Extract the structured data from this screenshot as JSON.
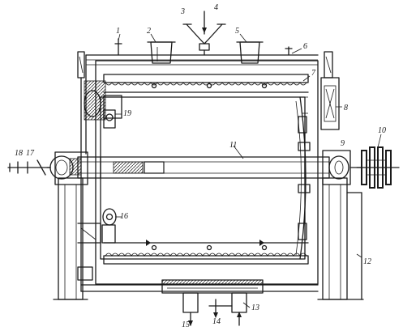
{
  "callouts": {
    "c1": "1",
    "c2": "2",
    "c3": "3",
    "c4": "4",
    "c5": "5",
    "c6": "6",
    "c7": "7",
    "c8": "8",
    "c9": "9",
    "c10": "10",
    "c11": "11",
    "c12": "12",
    "c13": "13",
    "c14": "14",
    "c15": "15",
    "c16": "16",
    "c17": "17",
    "c18": "18",
    "c19": "19"
  },
  "colors": {
    "ink": "#1a1a1a",
    "paper": "#ffffff"
  }
}
